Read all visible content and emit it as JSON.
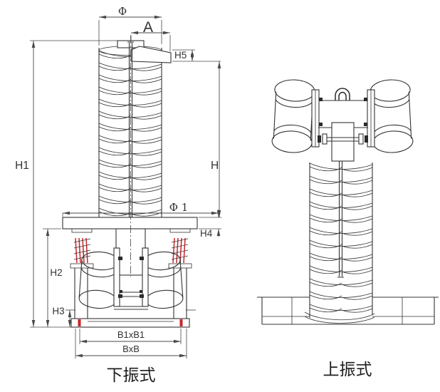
{
  "views": {
    "left": {
      "caption": "下振式",
      "labels": {
        "phi": "Φ",
        "a": "A",
        "h5": "H5",
        "h1": "H1",
        "h": "H",
        "phi1": "Φ 1",
        "h4": "H4",
        "h2": "H2",
        "h3": "H3",
        "b1xb1": "B1xB1",
        "bxb": "BxB"
      }
    },
    "right": {
      "caption": "上振式"
    }
  },
  "colors": {
    "line": "#333333",
    "dimension": "#4a4a4a",
    "spring_red": "#c9252b",
    "background": "#ffffff"
  }
}
